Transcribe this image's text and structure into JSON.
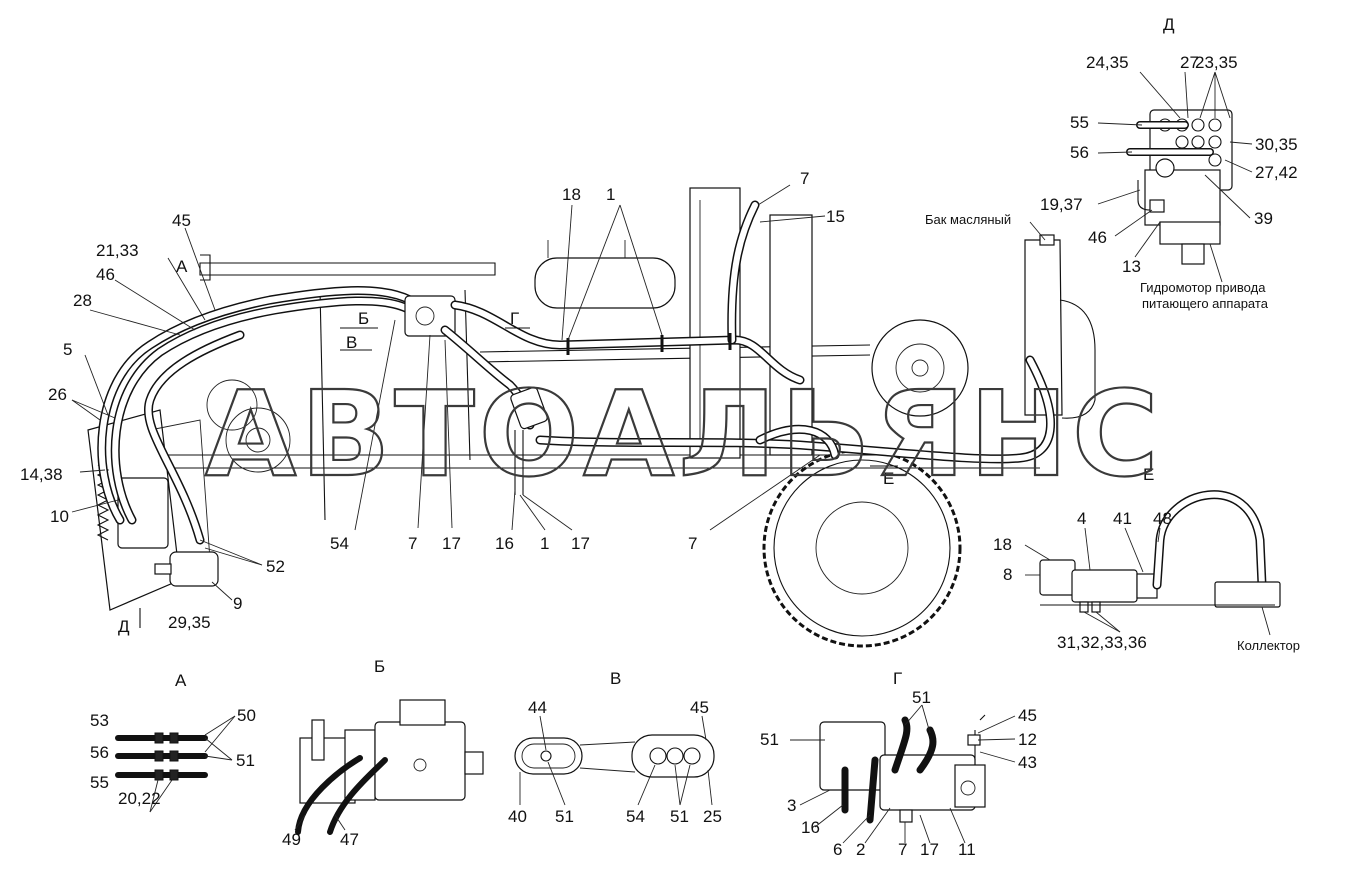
{
  "watermark": "АВТОАЛЬЯНС",
  "views": {
    "d": "Д",
    "a": "А",
    "b": "Б",
    "v": "В",
    "g": "Г",
    "e": "Е"
  },
  "main_markers": {
    "a": "А",
    "b": "Б",
    "v": "В",
    "g": "Г",
    "e": "Е",
    "d": "Д"
  },
  "notes": {
    "tank": "Бак масляный",
    "motor_line1": "Гидромотор привода",
    "motor_line2": "питающего аппарата",
    "collector": "Коллектор"
  },
  "labels_main": [
    "45",
    "21,33",
    "46",
    "28",
    "5",
    "26",
    "14,38",
    "10",
    "54",
    "7",
    "17",
    "16",
    "1",
    "17",
    "7",
    "18",
    "1",
    "7",
    "15",
    "52",
    "9",
    "29,35"
  ],
  "labels_d": [
    "24,35",
    "27",
    "23,35",
    "55",
    "56",
    "30,35",
    "27,42",
    "19,37",
    "46",
    "13",
    "39"
  ],
  "labels_e": [
    "4",
    "41",
    "48",
    "18",
    "8",
    "31,32,33,36"
  ],
  "labels_a": [
    "53",
    "56",
    "55",
    "50",
    "51",
    "20,22"
  ],
  "labels_b": [
    "49",
    "47"
  ],
  "labels_v": [
    "44",
    "45",
    "40",
    "51",
    "54",
    "51",
    "25"
  ],
  "labels_g": [
    "51",
    "51",
    "45",
    "12",
    "43",
    "3",
    "16",
    "6",
    "2",
    "7",
    "17",
    "11"
  ]
}
